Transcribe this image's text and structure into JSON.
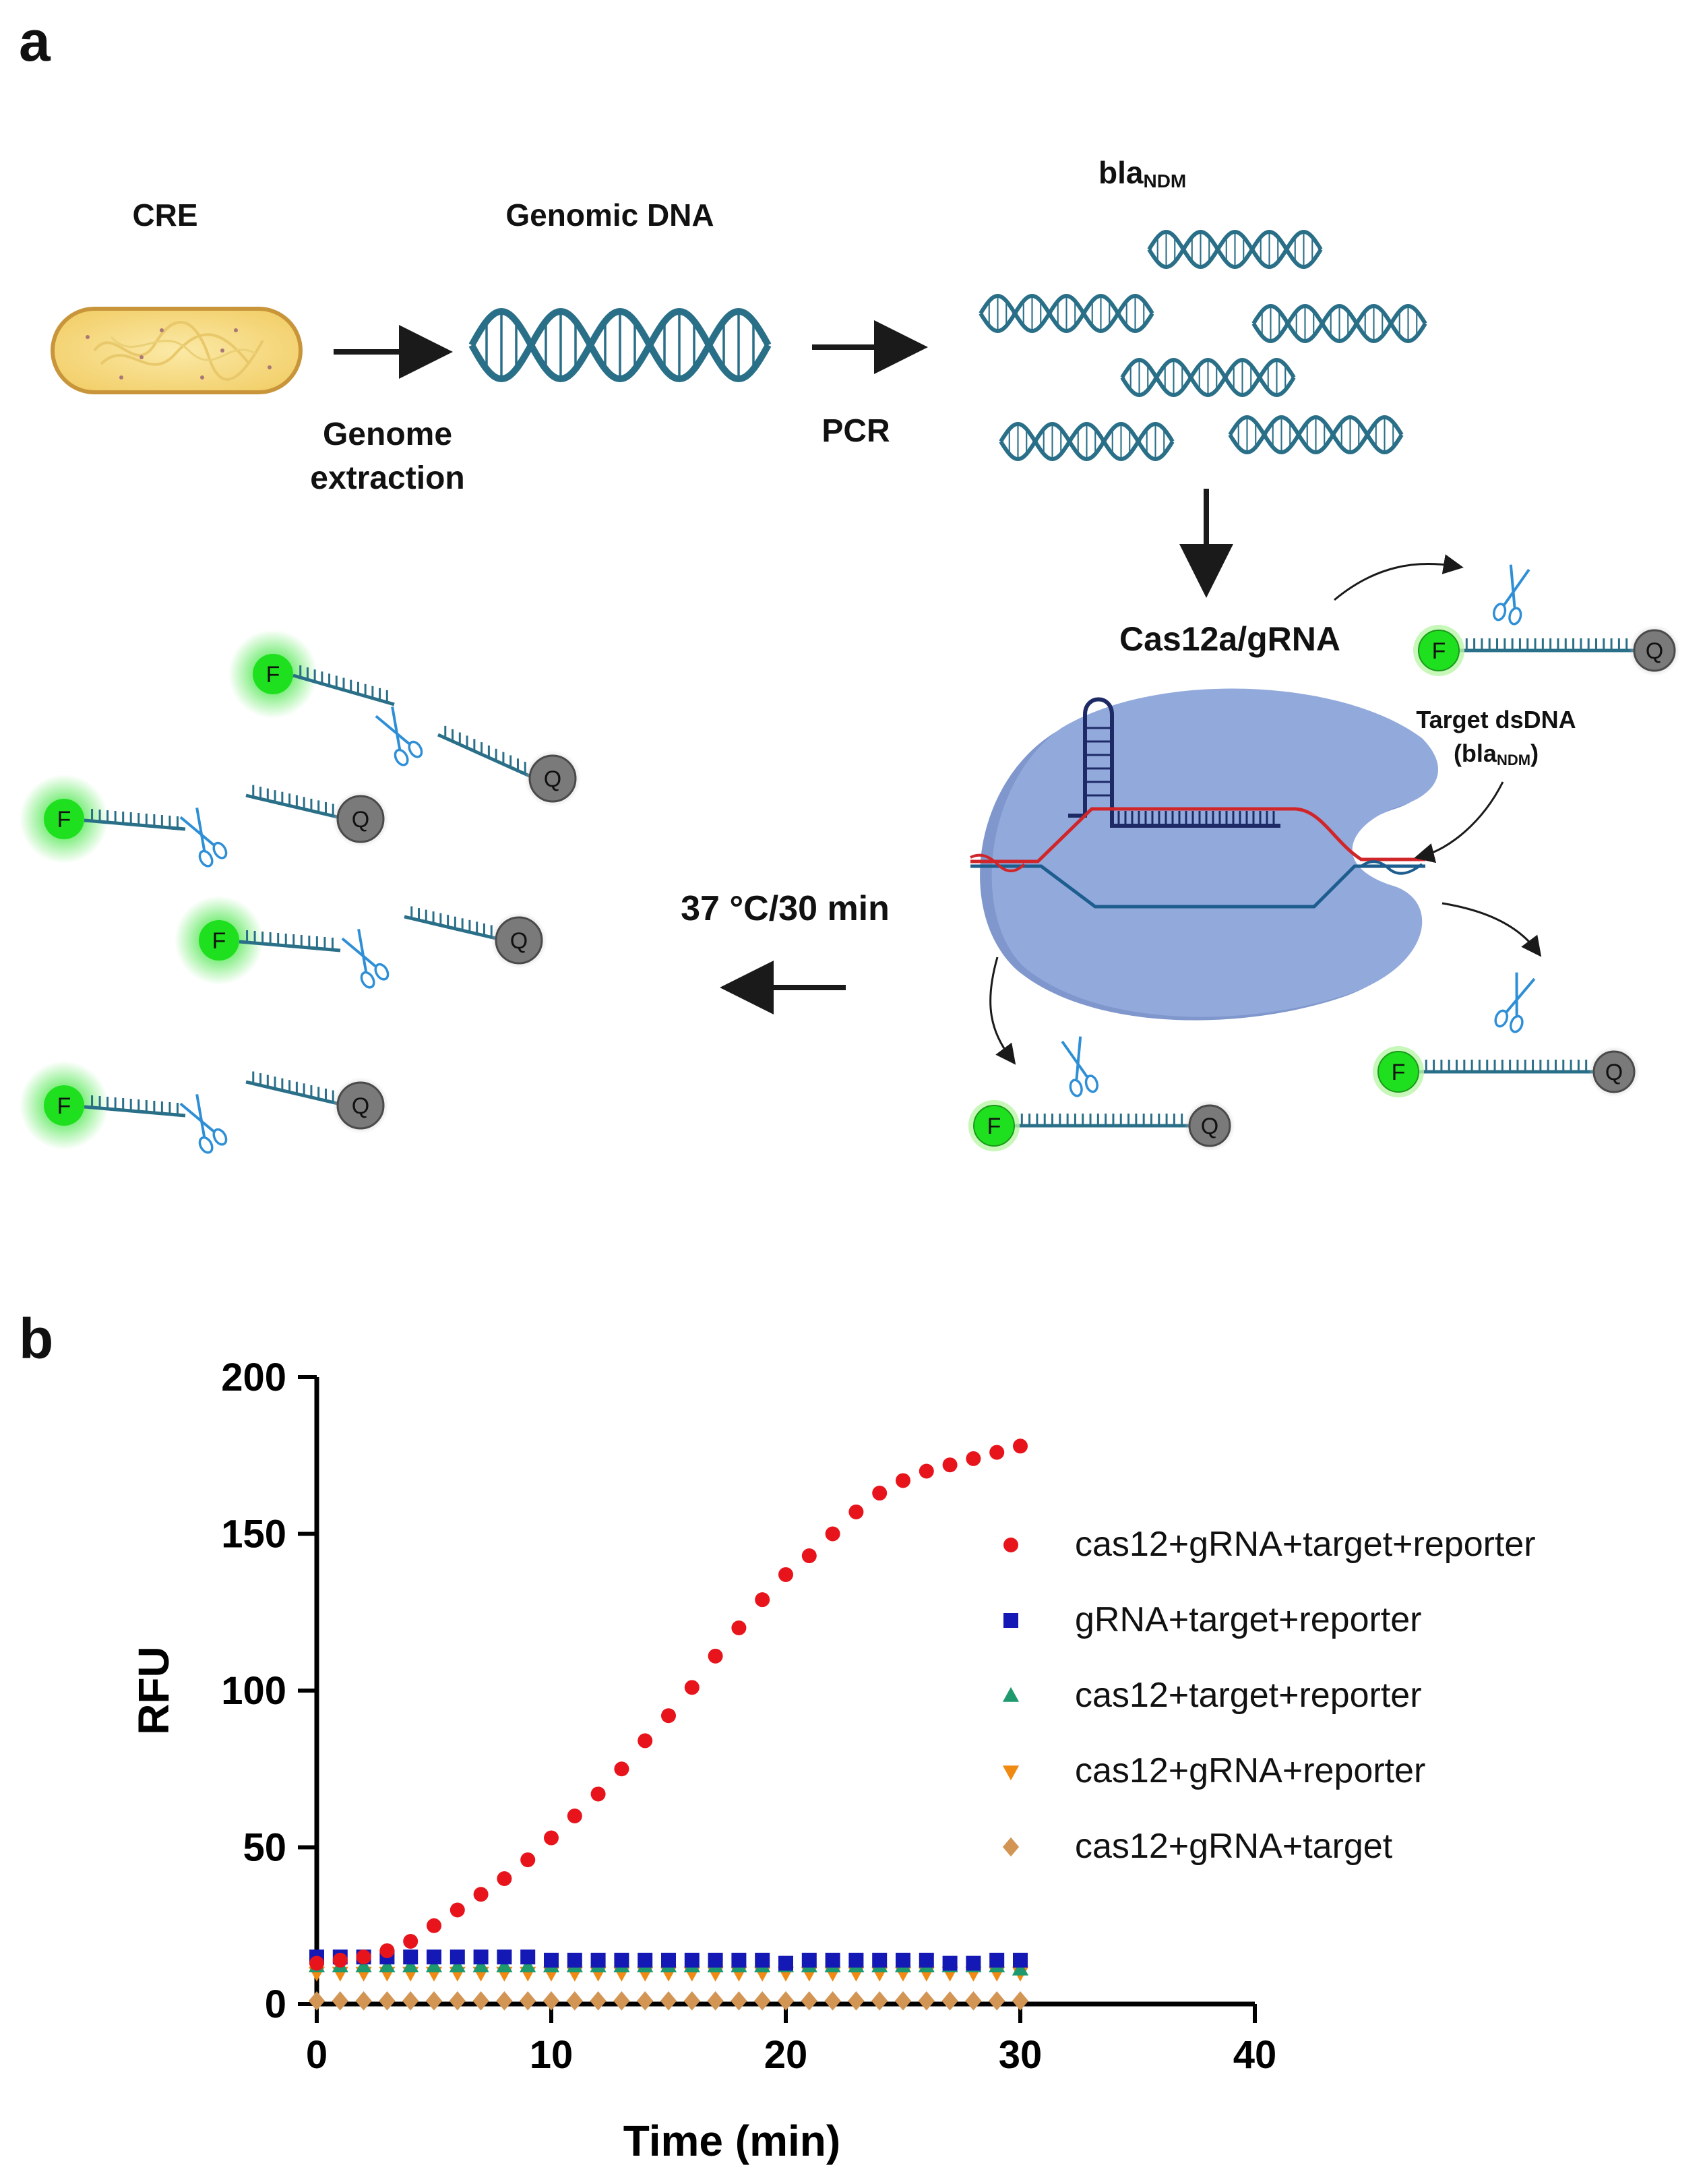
{
  "panel_a": {
    "label": "a",
    "cre": "CRE",
    "genomic_dna": "Genomic DNA",
    "genome_extraction_1": "Genome",
    "genome_extraction_2": "extraction",
    "pcr": "PCR",
    "bla_main": "bla",
    "bla_sub": "NDM",
    "cas12a": "Cas12a/gRNA",
    "target_1": "Target dsDNA",
    "target_2_open": "(bla",
    "target_2_sub": "NDM",
    "target_2_close": ")",
    "incubation": "37 °C/30 min",
    "fluor": "F",
    "quench": "Q"
  },
  "panel_b": {
    "label": "b"
  },
  "colors": {
    "dna": "#2a6f88",
    "cas_body": "#8ea6d8",
    "cas_shadow": "#7b93c8",
    "fluor": "#1fe01f",
    "quench": "#7a7a7a",
    "scissors": "#2f8fd6",
    "red_strand": "#d0262a",
    "navy_strand": "#1d2a66"
  },
  "chart_data": {
    "type": "scatter",
    "xlabel": "Time (min)",
    "ylabel": "RFU",
    "xlim": [
      0,
      40
    ],
    "ylim": [
      0,
      200
    ],
    "xticks": [
      0,
      10,
      20,
      30,
      40
    ],
    "yticks": [
      0,
      50,
      100,
      150,
      200
    ],
    "legend_position": "right",
    "grid": false,
    "x": [
      0,
      1,
      2,
      3,
      4,
      5,
      6,
      7,
      8,
      9,
      10,
      11,
      12,
      13,
      14,
      15,
      16,
      17,
      18,
      19,
      20,
      21,
      22,
      23,
      24,
      25,
      26,
      27,
      28,
      29,
      30
    ],
    "series": [
      {
        "name": "cas12+gRNA+target+reporter",
        "color": "#e8141c",
        "marker": "circle",
        "values": [
          13,
          14,
          15,
          17,
          20,
          25,
          30,
          35,
          40,
          46,
          53,
          60,
          67,
          75,
          84,
          92,
          101,
          111,
          120,
          129,
          137,
          143,
          150,
          157,
          163,
          167,
          170,
          172,
          174,
          176,
          178
        ]
      },
      {
        "name": "gRNA+target+reporter",
        "color": "#1418b4",
        "marker": "square",
        "values": [
          15,
          15,
          15,
          15,
          15,
          15,
          15,
          15,
          15,
          15,
          14,
          14,
          14,
          14,
          14,
          14,
          14,
          14,
          14,
          14,
          13,
          14,
          14,
          14,
          14,
          14,
          14,
          13,
          13,
          14,
          14
        ]
      },
      {
        "name": "cas12+target+reporter",
        "color": "#1f9a6e",
        "marker": "triangle-up",
        "values": [
          12,
          12,
          12,
          12,
          12,
          12,
          12,
          12,
          12,
          12,
          12,
          12,
          12,
          12,
          12,
          12,
          12,
          12,
          12,
          12,
          12,
          12,
          12,
          12,
          12,
          12,
          12,
          12,
          12,
          12,
          11
        ]
      },
      {
        "name": "cas12+gRNA+reporter",
        "color": "#f08a12",
        "marker": "triangle-down",
        "values": [
          10,
          10,
          10,
          10,
          10,
          10,
          10,
          10,
          10,
          10,
          10,
          10,
          10,
          10,
          10,
          10,
          10,
          10,
          10,
          10,
          10,
          10,
          10,
          10,
          10,
          10,
          10,
          10,
          10,
          10,
          10
        ]
      },
      {
        "name": "cas12+gRNA+target",
        "color": "#d29554",
        "marker": "diamond",
        "values": [
          1,
          1,
          1,
          1,
          1,
          1,
          1,
          1,
          1,
          1,
          1,
          1,
          1,
          1,
          1,
          1,
          1,
          1,
          1,
          1,
          1,
          1,
          1,
          1,
          1,
          1,
          1,
          1,
          1,
          1,
          1
        ]
      }
    ]
  }
}
